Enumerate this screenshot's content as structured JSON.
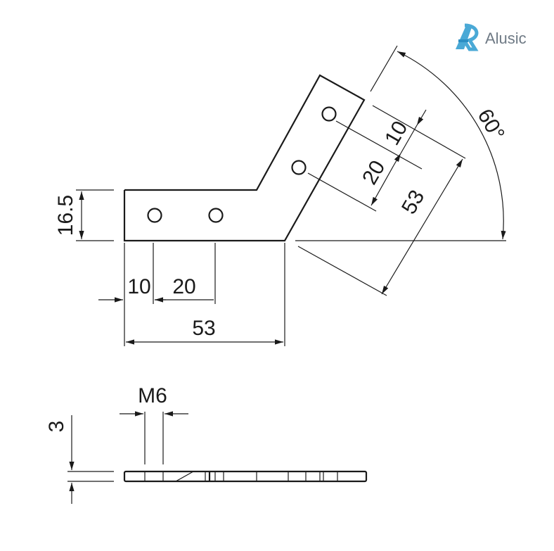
{
  "logo": {
    "text": "Alusic",
    "accent": "#4aa9d6",
    "text_color": "#6f7a85"
  },
  "top_view": {
    "height_dim": "16.5",
    "hole_offset_dim": "10",
    "hole_spacing_dim": "20",
    "length_dim": "53",
    "angled_hole_offset_dim": "10",
    "angled_hole_spacing_dim": "20",
    "angled_length_dim": "53",
    "angle_dim": "60°"
  },
  "side_view": {
    "thread_dim": "M6",
    "thickness_dim": "3"
  },
  "colors": {
    "line": "#1a1a1a",
    "background": "#ffffff"
  }
}
